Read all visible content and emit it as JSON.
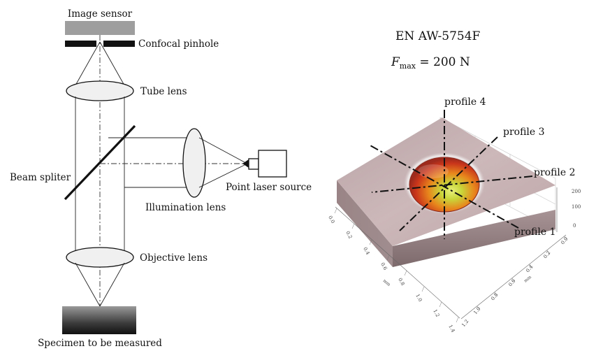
{
  "optical_setup": {
    "image_sensor": "Image sensor",
    "confocal_pinhole": "Confocal pinhole",
    "tube_lens": "Tube lens",
    "beam_splitter": "Beam spliter",
    "illumination_lens": "Illumination lens",
    "point_laser_source": "Point laser source",
    "objective_lens": "Objective lens",
    "specimen": "Specimen to be measured"
  },
  "surface_scan": {
    "material": "EN AW-5754F",
    "force_symbol": "F",
    "force_subscript": "max",
    "force_value": " = 200 N",
    "profiles": [
      "profile 1",
      "profile 2",
      "profile 3",
      "profile 4"
    ],
    "axis_unit": "mm",
    "x_ticks": [
      "0.0",
      "0.2",
      "0.4",
      "0.6",
      "0.8",
      "1.0",
      "1.2",
      "1.4"
    ],
    "y_ticks": [
      "0.0",
      "0.2",
      "0.4",
      "0.6",
      "0.8",
      "1.0",
      "1.2"
    ],
    "z_ticks": [
      "200",
      "100",
      "0"
    ]
  }
}
